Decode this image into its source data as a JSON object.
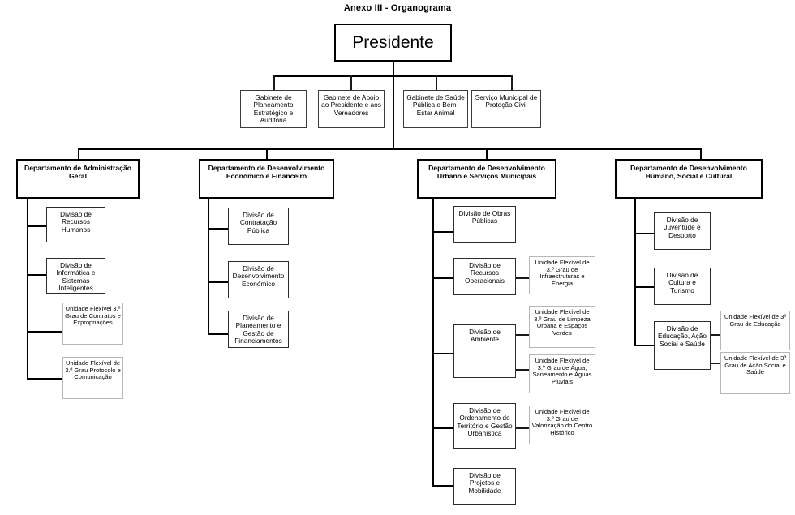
{
  "title": "Anexo III - Organograma",
  "colors": {
    "line": "#000000",
    "box_border_strong": "#000000",
    "box_border_medium": "#2b2b2b",
    "box_border_light": "#b6b6b6",
    "background": "#ffffff",
    "text": "#000000"
  },
  "root": {
    "label": "Presidente"
  },
  "cabinets": [
    {
      "label": "Gabinete de Planeamento Estratégico e Auditoria"
    },
    {
      "label": "Gabinete de Apoio ao Presidente e aos Vereadores"
    },
    {
      "label": "Gabinete de Saúde Pública e Bem-Estar Animal"
    },
    {
      "label": "Serviço Municipal de Proteção Civil"
    }
  ],
  "departments": [
    {
      "label": "Departamento de Administração Geral",
      "children": [
        {
          "label": "Divisão de Recursos Humanos",
          "type": "division",
          "units": []
        },
        {
          "label": "Divisão de Informática e Sistemas Inteligentes",
          "type": "division",
          "units": []
        },
        {
          "label": "Unidade Flexível 3.º Grau de Contratos e Expropriações",
          "type": "unit",
          "units": []
        },
        {
          "label": "Unidade Flexível de 3.º Grau Protocolo e Comunicação",
          "type": "unit",
          "units": []
        }
      ]
    },
    {
      "label": "Departamento de Desenvolvimento Económico e Financeiro",
      "children": [
        {
          "label": "Divisão de Contratação Pública",
          "type": "division",
          "units": []
        },
        {
          "label": "Divisão de Desenvolvimento Económico",
          "type": "division",
          "units": []
        },
        {
          "label": "Divisão de Planeamento e Gestão de Financiamentos",
          "type": "division",
          "units": []
        }
      ]
    },
    {
      "label": "Departamento de Desenvolvimento Urbano e Serviços Municipais",
      "children": [
        {
          "label": "Divisão de Obras Públicas",
          "type": "division",
          "units": []
        },
        {
          "label": "Divisão de Recursos Operacionais",
          "type": "division",
          "units": [
            {
              "label": "Unidade Flexível de 3.º Grau de Infraestruturas e Energia"
            }
          ]
        },
        {
          "label": "Divisão de Ambiente",
          "type": "division",
          "units": [
            {
              "label": "Unidade Flexível de 3.º Grau de Limpeza Urbana e Espaços Verdes"
            },
            {
              "label": "Unidade Flexível de 3.º Grau de Água, Saneamento e Águas Pluviais"
            }
          ]
        },
        {
          "label": "Divisão de Ordenamento do Território e Gestão Urbanística",
          "type": "division",
          "units": [
            {
              "label": "Unidade Flexível de 3.º Grau de Valorização do Centro Histórico"
            }
          ]
        },
        {
          "label": "Divisão de Projetos e Mobilidade",
          "type": "division",
          "units": []
        }
      ]
    },
    {
      "label": "Departamento de Desenvolvimento Humano, Social e Cultural",
      "children": [
        {
          "label": "Divisão de Juventude e Desporto",
          "type": "division",
          "units": []
        },
        {
          "label": "Divisão de Cultura e Turismo",
          "type": "division",
          "units": []
        },
        {
          "label": "Divisão de Educação, Ação Social e Saúde",
          "type": "division",
          "units": [
            {
              "label": "Unidade Flexível de 3º Grau de Educação"
            },
            {
              "label": "Unidade Flexível de 3º Grau de Ação Social e Saúde"
            }
          ]
        }
      ]
    }
  ]
}
